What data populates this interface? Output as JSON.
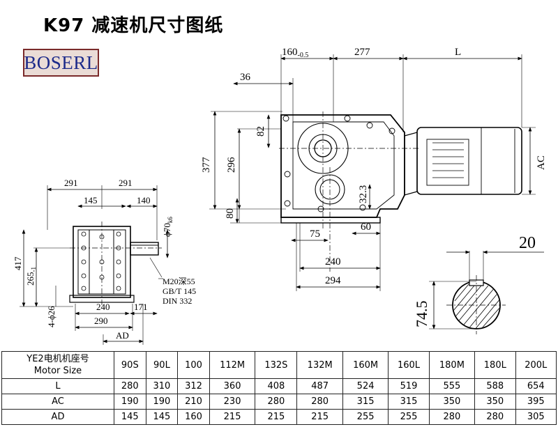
{
  "title": "K97 减速机尺寸图纸",
  "logo": "BOSERL",
  "dims": {
    "top_160": "160",
    "top_160_tol": "-0.5",
    "top_277": "277",
    "top_L": "L",
    "d36": "36",
    "d82": "82",
    "d377": "377",
    "d296": "296",
    "d80": "80",
    "d32_3": "32.3",
    "d75": "75",
    "d60": "60",
    "d240": "240",
    "d294": "294",
    "dAC": "AC",
    "left_291a": "291",
    "left_291b": "291",
    "left_145": "145",
    "left_140": "140",
    "left_phi70": "ϕ70",
    "left_phi70_sub": "k6",
    "left_417": "417",
    "left_265": "265",
    "left_265_sub": "-1",
    "left_4phi26": "4-ϕ26",
    "left_240": "240",
    "left_171": "171",
    "left_290": "290",
    "left_AD": "AD",
    "note1": "M20深55",
    "note2": "GB/T 145",
    "note3": "DIN 332",
    "shaft_20": "20",
    "shaft_74_5": "74.5"
  },
  "table": {
    "header_line1": "YE2电机机座号",
    "header_line2": "Motor Size",
    "sizes": [
      "90S",
      "90L",
      "100",
      "112M",
      "132S",
      "132M",
      "160M",
      "160L",
      "180M",
      "180L",
      "200L"
    ],
    "rows": [
      {
        "label": "L",
        "values": [
          "280",
          "310",
          "312",
          "360",
          "408",
          "487",
          "524",
          "519",
          "555",
          "588",
          "654"
        ]
      },
      {
        "label": "AC",
        "values": [
          "190",
          "190",
          "210",
          "230",
          "280",
          "280",
          "315",
          "315",
          "350",
          "350",
          "395"
        ]
      },
      {
        "label": "AD",
        "values": [
          "145",
          "145",
          "160",
          "215",
          "215",
          "215",
          "255",
          "255",
          "280",
          "280",
          "305"
        ]
      }
    ]
  }
}
